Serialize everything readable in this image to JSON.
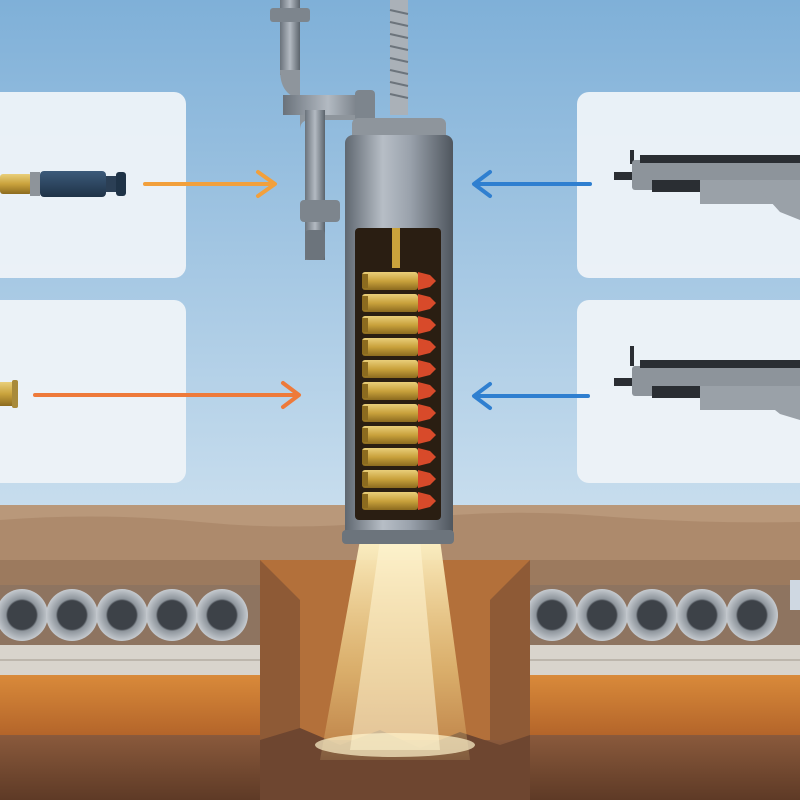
{
  "colors": {
    "sky_top": "#7fb0d8",
    "sky_bottom": "#c9deee",
    "panel": "#eef3f8",
    "arrow_orange": "#f2a03c",
    "arrow_orange_red": "#ee7a3a",
    "arrow_blue": "#2f7fd0",
    "steel": "#9aa2ac",
    "steel_dark": "#5f6770",
    "brass": "#c9a23c",
    "bullet_tip": "#d84a2a",
    "soil_orange": "#c8782e",
    "soil_brown": "#7a4a2e",
    "rock": "#9a6a4a",
    "beam": "#f3d68a"
  },
  "icons": {
    "panel_top_left": "cartridge-icon",
    "panel_bottom_left": "shell-casing-icon",
    "panel_top_right": "rifle-icon",
    "panel_bottom_right": "rifle-icon",
    "center": "ammunition-canister",
    "ground_left": "concrete-pipe-row",
    "ground_right": "concrete-pipe-row"
  },
  "arrows": [
    {
      "id": "top-left",
      "direction": "right",
      "color": "arrow_orange"
    },
    {
      "id": "bottom-left",
      "direction": "right",
      "color": "arrow_orange_red"
    },
    {
      "id": "top-right",
      "direction": "left",
      "color": "arrow_blue"
    },
    {
      "id": "bottom-right",
      "direction": "left",
      "color": "arrow_blue"
    }
  ]
}
